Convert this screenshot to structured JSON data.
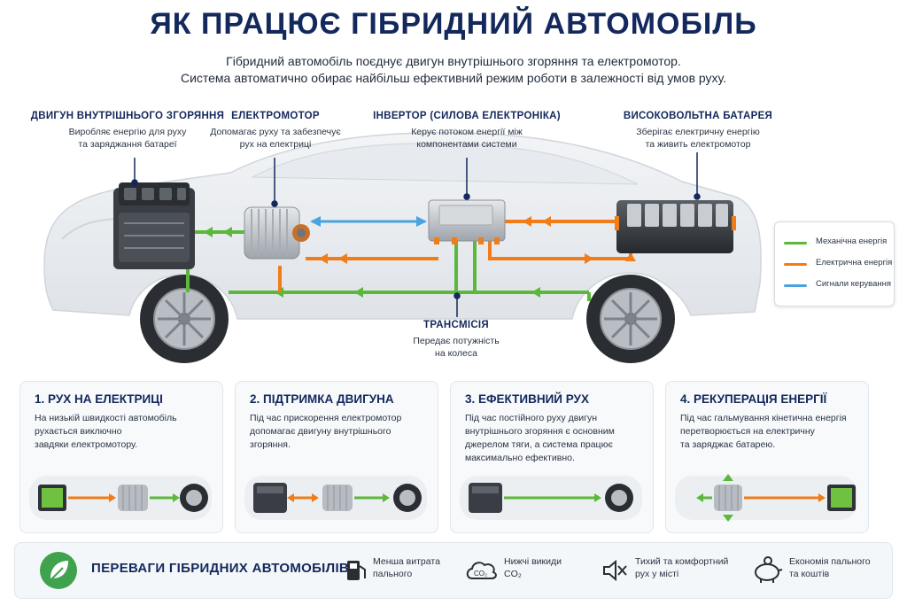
{
  "title": "ЯК ПРАЦЮЄ ГІБРИДНИЙ АВТОМОБІЛЬ",
  "subtitle_lines": [
    "Гібридний автомобіль поєднує двигун внутрішнього згоряння та електромотор.",
    "Система автоматично обирає найбільш ефективний режим роботи в залежності від умов руху."
  ],
  "components": {
    "engine": {
      "title": "ДВИГУН ВНУТРІШНЬОГО ЗГОРЯННЯ",
      "line1": "Виробляє енергію для руху",
      "line2": "та заряджання батареї"
    },
    "motor": {
      "title": "ЕЛЕКТРОМОТОР",
      "line1": "Допомагає руху та забезпечує",
      "line2": "рух на електриці"
    },
    "inverter": {
      "title": "ІНВЕРТОР (СИЛОВА ЕЛЕКТРОНІКА)",
      "line1": "Керує потоком енергії між",
      "line2": "компонентами системи"
    },
    "battery": {
      "title": "ВИСОКОВОЛЬТНА БАТАРЕЯ",
      "line1": "Зберігає електричну енергію",
      "line2": "та живить електромотор"
    },
    "transmission": {
      "title": "ТРАНСМІСІЯ",
      "line1": "Передає потужність",
      "line2": "на колеса"
    }
  },
  "legend": [
    {
      "label": "Механічна енергія",
      "color": "#5cb83a"
    },
    {
      "label": "Електрична енергія",
      "color": "#f07d1a"
    },
    {
      "label": "Сигнали керування",
      "color": "#4aa3e0"
    }
  ],
  "modes": [
    {
      "title": "1. РУХ НА ЕЛЕКТРИЦІ",
      "lines": [
        "На низькій швидкості автомобіль",
        "рухається виключно",
        "завдяки електромотору."
      ]
    },
    {
      "title": "2. ПІДТРИМКА ДВИГУНА",
      "lines": [
        "Під час прискорення електромотор",
        "допомагає двигуну внутрішнього",
        "згоряння."
      ]
    },
    {
      "title": "3. ЕФЕКТИВНИЙ РУХ",
      "lines": [
        "Під час постійного руху двигун",
        "внутрішнього згоряння є основним",
        "джерелом тяги, а система працює",
        "максимально ефективно."
      ]
    },
    {
      "title": "4. РЕКУПЕРАЦІЯ ЕНЕРГІЇ",
      "lines": [
        "Під час гальмування кінетична енергія",
        "перетворюється на електричну",
        "та заряджає батарею."
      ]
    }
  ],
  "benefits": {
    "title": "ПЕРЕВАГИ ГІБРИДНИХ АВТОМОБІЛІВ:",
    "items": [
      {
        "icon": "fuel-pump-icon",
        "line1": "Менша витрата",
        "line2": "пального"
      },
      {
        "icon": "co2-cloud-icon",
        "line1": "Нижчі викиди",
        "line2": "CO₂",
        "badge": "CO₂"
      },
      {
        "icon": "quiet-speaker-icon",
        "line1": "Тихий та комфортний",
        "line2": "рух у місті"
      },
      {
        "icon": "piggy-bank-icon",
        "line1": "Економія пального",
        "line2": "та коштів"
      }
    ]
  }
}
